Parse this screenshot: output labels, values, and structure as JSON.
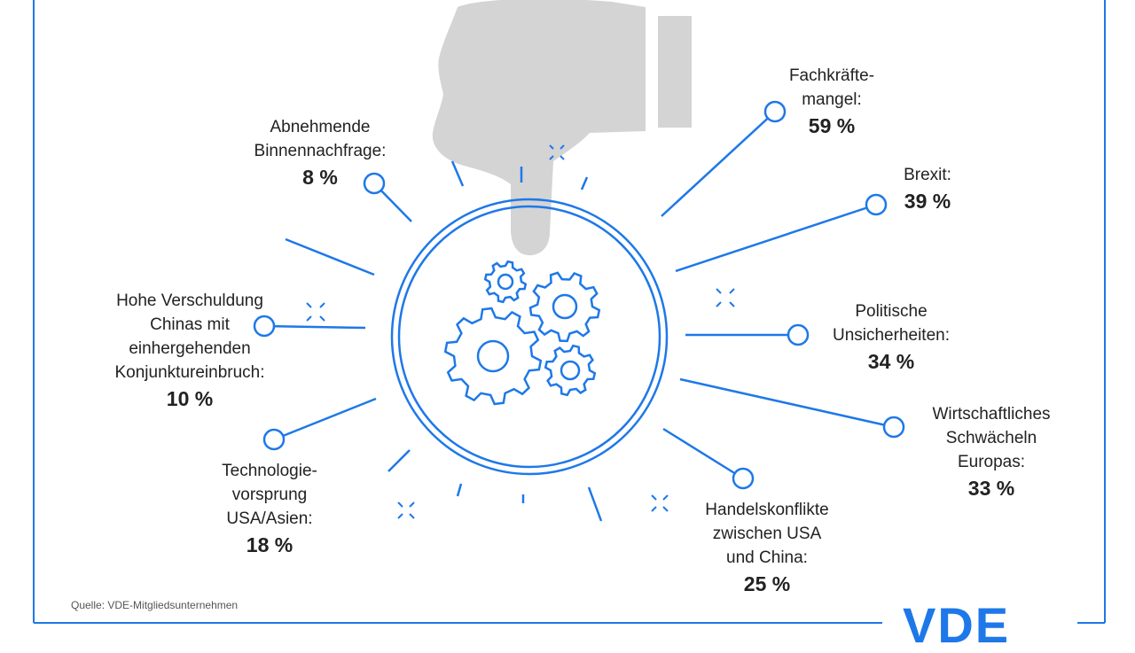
{
  "colors": {
    "accent": "#1e78e8",
    "hand": "#d4d4d4",
    "text": "#222222"
  },
  "icons": {
    "center": "gears-icon",
    "background": "thumbs-down-icon"
  },
  "items": [
    {
      "text": "Fachkräfte-\nmangel:",
      "value": "59 %"
    },
    {
      "text": "Brexit:",
      "value": "39 %"
    },
    {
      "text": "Politische\nUnsicherheiten:",
      "value": "34 %"
    },
    {
      "text": "Wirtschaftliches\nSchwächeln\nEuropas:",
      "value": "33 %"
    },
    {
      "text": "Handelskonflikte\nzwischen USA\nund China:",
      "value": "25 %"
    },
    {
      "text": "Technologie-\nvorsprung\nUSA/Asien:",
      "value": "18 %"
    },
    {
      "text": "Hohe Verschuldung\nChinas mit\neinhergehenden\nKonjunktureinbruch:",
      "value": "10 %"
    },
    {
      "text": "Abnehmende\nBinnennachfrage:",
      "value": "8 %"
    }
  ],
  "source": "Quelle: VDE-Mitgliedsunternehmen",
  "logo": "VDE"
}
